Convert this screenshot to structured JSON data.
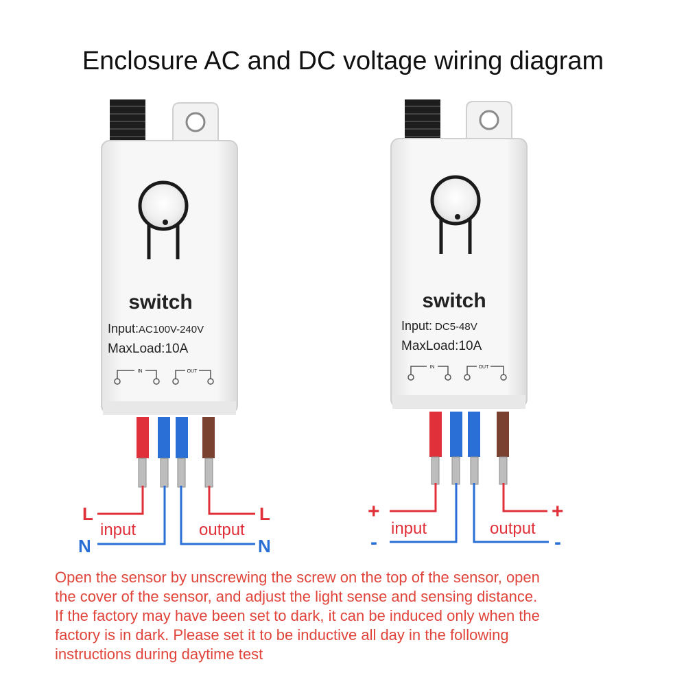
{
  "title": "Enclosure AC and DC voltage wiring diagram",
  "colors": {
    "live": "#e0303a",
    "neutral": "#2a6fd6",
    "load": "#7a4030",
    "note_text": "#e0443a",
    "housing": "#f4f4f4"
  },
  "devices": [
    {
      "id": "ac",
      "name": "switch",
      "input_label": "Input:",
      "input_value": "AC100V-240V",
      "maxload": "MaxLoad:10A",
      "terminal_in": "IN",
      "terminal_out": "OUT",
      "left_top_symbol": "L",
      "left_bottom_symbol": "N",
      "right_top_symbol": "L",
      "right_bottom_symbol": "N",
      "input_caption": "input",
      "output_caption": "output"
    },
    {
      "id": "dc",
      "name": "switch",
      "input_label": "Input:",
      "input_value": "DC5-48V",
      "maxload": "MaxLoad:10A",
      "terminal_in": "IN",
      "terminal_out": "OUT",
      "left_top_symbol": "+",
      "left_bottom_symbol": "-",
      "right_top_symbol": "+",
      "right_bottom_symbol": "-",
      "input_caption": "input",
      "output_caption": "output"
    }
  ],
  "note_lines": [
    "Open the sensor by unscrewing the screw on the top of the sensor, open",
    "the cover of the sensor, and  adjust the light sense and sensing distance.",
    "If the factory may have been set to dark, it can be induced  only when the",
    "factory is in dark. Please set it to be inductive all day in the following",
    "instructions during daytime test"
  ]
}
